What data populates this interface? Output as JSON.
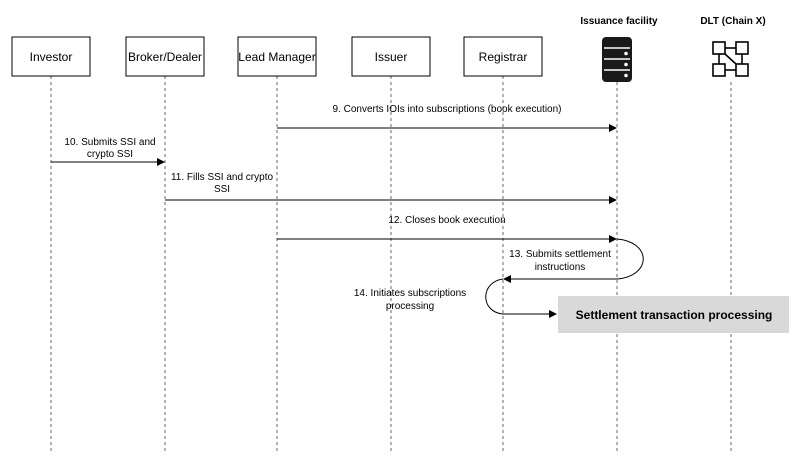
{
  "actors": [
    {
      "key": "investor",
      "label": "Investor"
    },
    {
      "key": "broker",
      "label": "Broker/Dealer"
    },
    {
      "key": "lead",
      "label": "Lead Manager"
    },
    {
      "key": "issuer",
      "label": "Issuer"
    },
    {
      "key": "registrar",
      "label": "Registrar"
    }
  ],
  "headers": {
    "issuance": "Issuance facility",
    "dlt": "DLT (Chain X)"
  },
  "icons": {
    "issuance": "database-icon",
    "dlt": "blockchain-icon"
  },
  "messages": {
    "m9": [
      "9. Converts IOIs into subscriptions (book execution)"
    ],
    "m10": [
      "10. Submits SSI and",
      "crypto SSI"
    ],
    "m11": [
      "11. Fills SSI and crypto",
      "SSI"
    ],
    "m12": [
      "12. Closes book execution"
    ],
    "m13": [
      "13. Submits settlement",
      "instructions"
    ],
    "m14": [
      "14. Initiates subscriptions",
      "processing"
    ]
  },
  "process": {
    "label": "Settlement transaction processing",
    "fill": "#d9d9d9"
  }
}
